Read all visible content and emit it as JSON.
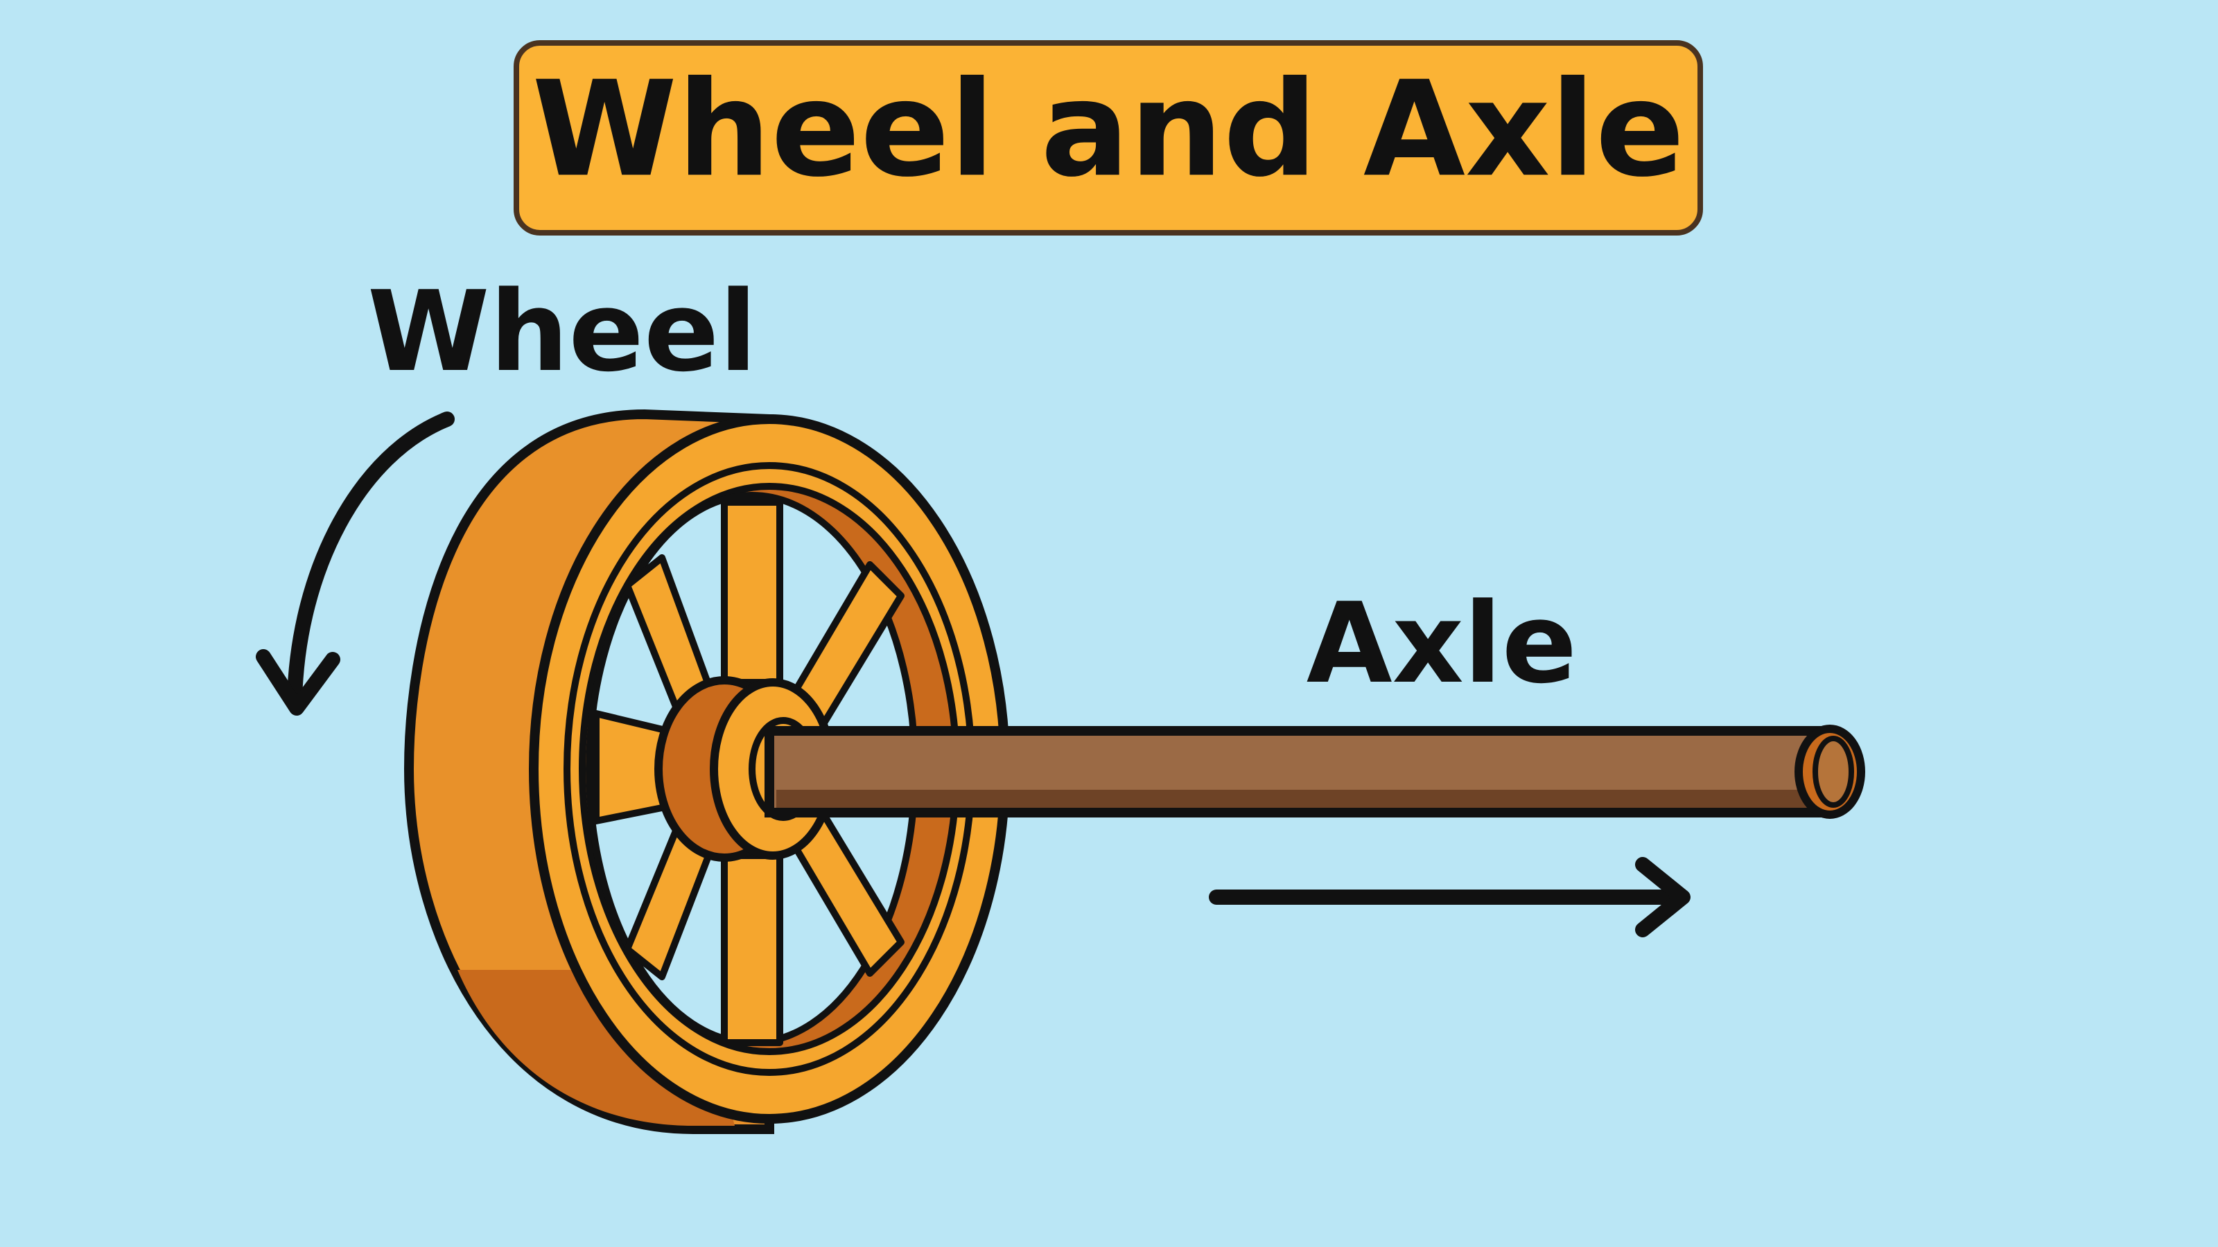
{
  "title": "Wheel and Axle",
  "labels": {
    "wheel": "Wheel",
    "axle": "Axle"
  },
  "colors": {
    "background": "#BAE6F5",
    "title_box": "#FBB335",
    "outline": "#1A1A1A",
    "wheel_orange": "#F5A62E",
    "wheel_dark": "#C96A1C",
    "wheel_side": "#E8912A",
    "axle_brown": "#9B6A45",
    "axle_dark": "#6E4326"
  }
}
